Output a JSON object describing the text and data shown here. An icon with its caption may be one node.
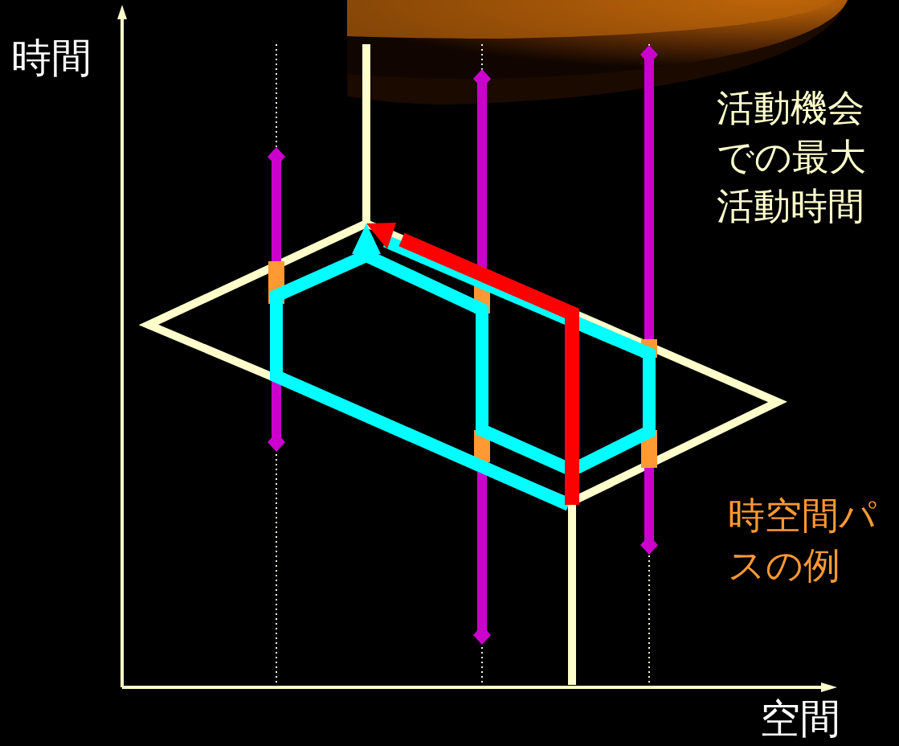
{
  "diagram": {
    "labels": [
      "時間",
      "活動機会での最大活動時間",
      "時空間パスの例",
      "空間"
    ]
  }
}
